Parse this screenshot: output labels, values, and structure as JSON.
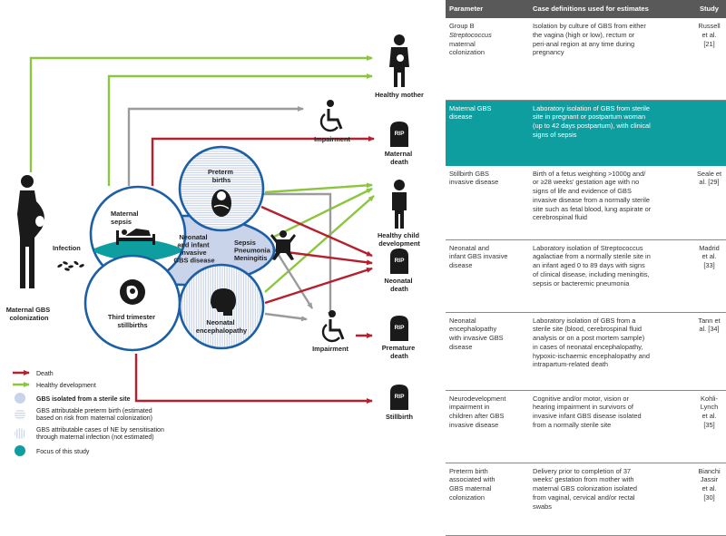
{
  "colors": {
    "death_arrow": "#b5202e",
    "healthy_arrow": "#8cc63f",
    "grey_arrow": "#9b9b9b",
    "circle_stroke": "#1d5fa5",
    "highlight": "#0f9ea0",
    "header_bg": "#595959"
  },
  "diagram": {
    "left_figure_label": [
      "Maternal GBS",
      "colonization"
    ],
    "infection_label": "Infection",
    "maternal_sepsis_label": [
      "Maternal",
      "sepsis"
    ],
    "preterm_births_label": [
      "Preterm",
      "births"
    ],
    "central_label": [
      "Neonatal",
      "and infant",
      "invasive",
      "GBS disease"
    ],
    "sepsis_label": [
      "Sepsis",
      "Pneumonia",
      "Meningitis"
    ],
    "third_trimester_label": [
      "Third trimester",
      "stillbirths"
    ],
    "neonatal_enc_label": [
      "Neonatal",
      "encephalopathy"
    ],
    "healthy_mother_label": "Healthy mother",
    "impairment_top_label": "Impairment",
    "maternal_death_label": [
      "Maternal",
      "death"
    ],
    "healthy_child_label": [
      "Healthy child",
      "development"
    ],
    "neonatal_death_label": [
      "Neonatal",
      "death"
    ],
    "impairment_bottom_label": "Impairment",
    "premature_death_label": [
      "Premature",
      "death"
    ],
    "stillbirth_label": "Stillbirth",
    "rip_text": "RIP"
  },
  "legend": {
    "death": "Death",
    "healthy": "Healthy development",
    "gbs_isolated": "GBS isolated from a sterile site",
    "preterm_attr": [
      "GBS attributable preterm birth (estimated",
      "based on risk from maternal colonization)"
    ],
    "ne_attr": [
      "GBS attributable cases of NE by sensitisation",
      "through maternal infection (not estimated)"
    ],
    "focus": "Focus of this study"
  },
  "table": {
    "headers": [
      "Parameter",
      "Case definitions used for estimates",
      "Study"
    ],
    "rows": [
      {
        "parameter": [
          "Group B",
          "Streptococcus",
          "maternal",
          "colonization"
        ],
        "definition": [
          "Isolation by culture of GBS from either",
          "the vagina (high or low), rectum or",
          "peri-anal region at any time during",
          "pregnancy"
        ],
        "study": [
          "Russell",
          "et al.",
          "[21]"
        ]
      },
      {
        "parameter": [
          "Maternal GBS",
          "disease"
        ],
        "definition": [
          "Laboratory isolation of GBS from sterile",
          "site in pregnant or postpartum woman",
          "(up to 42 days postpartum), with clinical",
          "signs of sepsis"
        ],
        "study": []
      },
      {
        "parameter": [
          "Stillbirth GBS",
          "invasive disease"
        ],
        "definition": [
          "Birth of a fetus weighting >1000g and/",
          "or ≥28 weeks' gestation age with no",
          "signs of life and evidence of GBS",
          "invasive disease from a normally sterile",
          "site such as fetal blood, lung aspirate or",
          "cerebrospinal fluid"
        ],
        "study": [
          "Seale et",
          "al. [29]"
        ]
      },
      {
        "parameter": [
          "Neonatal and",
          "infant GBS invasive",
          "disease"
        ],
        "definition": [
          "Laboratory isolation of Streptococcus",
          "agalactiae from a normally sterile site in",
          "an infant aged 0 to 89 days with signs",
          "of clinical disease, including meningitis,",
          "sepsis or bacteremic pneumonia"
        ],
        "study": [
          "Madrid",
          "et al.",
          "[33]"
        ]
      },
      {
        "parameter": [
          "Neonatal",
          "encephalopathy",
          "with invasive GBS",
          "disease"
        ],
        "definition": [
          "Laboratory isolation of GBS from a",
          "sterile site (blood, cerebrospinal fluid",
          "analysis or on a post mortem sample)",
          "in cases of neonatal encephalopathy,",
          "hypoxic-ischaemic encephalopathy and",
          "intrapartum-related death"
        ],
        "study": [
          "Tann et",
          "al.  [34]"
        ]
      },
      {
        "parameter": [
          "Neurodevelopment",
          "impairment in",
          "children after GBS",
          "invasive disease"
        ],
        "definition": [
          "Cognitive and/or motor, vision or",
          "hearing impairment in survivors of",
          "invasive infant GBS disease isolated",
          "from a normally sterile site"
        ],
        "study": [
          "Kohli-",
          "Lynch",
          "et al.",
          "[35]"
        ]
      },
      {
        "parameter": [
          "Preterm birth",
          "associated with",
          "GBS maternal",
          "colonization"
        ],
        "definition": [
          "Delivery prior to completion of 37",
          "weeks' gestation from mother with",
          "maternal GBS colonization isolated",
          "from vaginal, cervical and/or rectal",
          "swabs"
        ],
        "study": [
          "Bianchi",
          "Jassir",
          "et al.",
          "[30]"
        ]
      }
    ]
  }
}
